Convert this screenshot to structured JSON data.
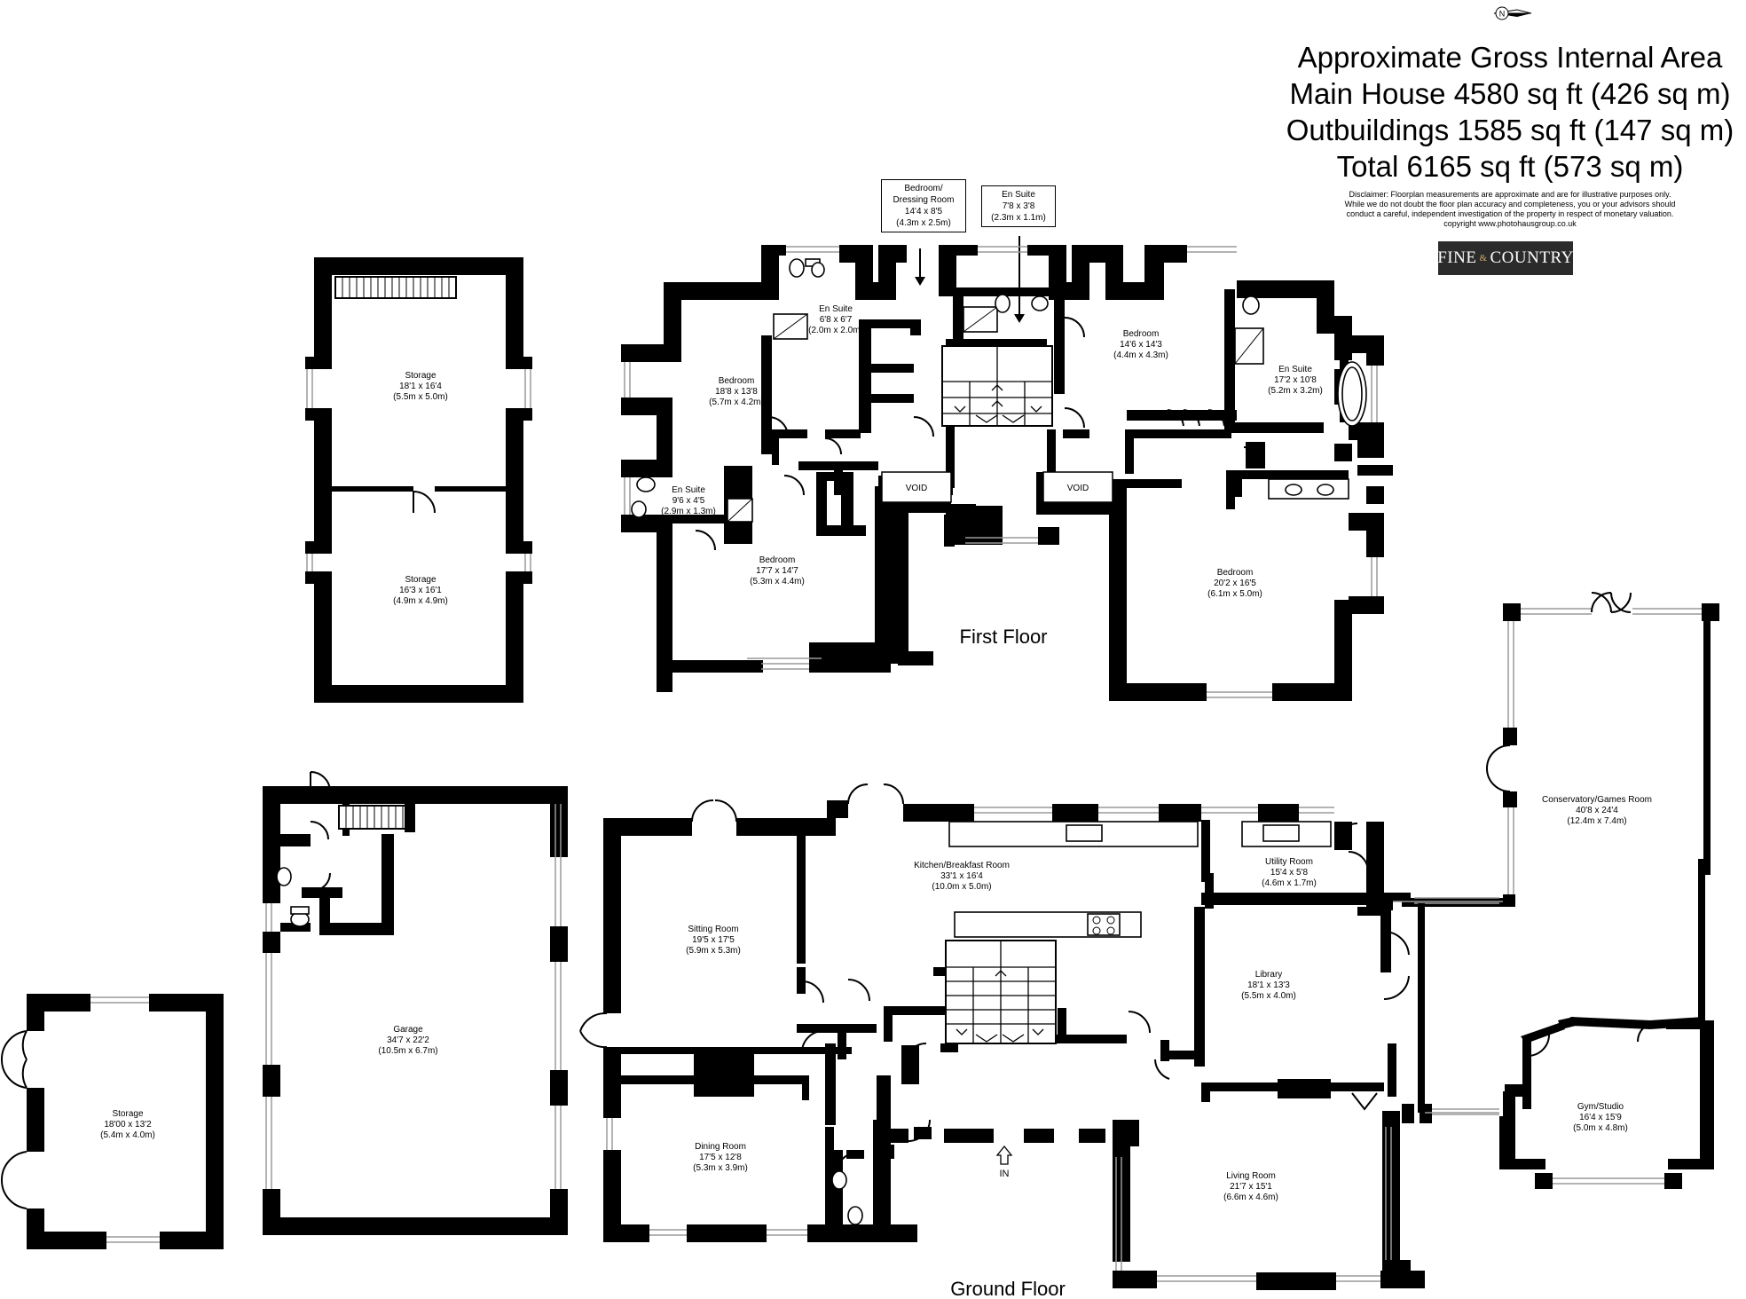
{
  "area_heading": {
    "line1": "Approximate Gross Internal Area",
    "line2": "Main House 4580 sq ft (426 sq m)",
    "line3": "Outbuildings 1585 sq ft (147 sq m)",
    "line4": "Total 6165 sq ft (573 sq m)"
  },
  "disclaimer": [
    "Disclaimer: Floorplan measurements are approximate and are for illustrative purposes only.",
    "While we do not doubt the floor plan accuracy and completeness, you or your advisors should",
    "conduct a careful, independent investigation of the property in respect of monetary valuation.",
    "copyright www.photohausgroup.co.uk"
  ],
  "logo": {
    "left": "FINE",
    "amp": "&",
    "right": "COUNTRY"
  },
  "compass_label": "N",
  "floor_labels": {
    "first": "First Floor",
    "ground": "Ground Floor"
  },
  "entrance_label": "IN",
  "void_labels": [
    "VOID",
    "VOID"
  ],
  "callouts": {
    "dressing": {
      "name1": "Bedroom/",
      "name2": "Dressing Room",
      "imp": "14'4 x 8'5",
      "met": "(4.3m x 2.5m)"
    },
    "ensuite_small": {
      "name": "En Suite",
      "imp": "7'8 x 3'8",
      "met": "(2.3m x 1.1m)"
    }
  },
  "rooms": {
    "storage_upper": {
      "name": "Storage",
      "imp": "18'1 x 16'4",
      "met": "(5.5m x 5.0m)"
    },
    "storage_lower": {
      "name": "Storage",
      "imp": "16'3 x 16'1",
      "met": "(4.9m x 4.9m)"
    },
    "ensuite_1": {
      "name": "En Suite",
      "imp": "6'8 x 6'7",
      "met": "(2.0m x 2.0m)"
    },
    "bedroom_1": {
      "name": "Bedroom",
      "imp": "18'8 x 13'8",
      "met": "(5.7m x 4.2m)"
    },
    "ensuite_2": {
      "name": "En Suite",
      "imp": "9'6 x 4'5",
      "met": "(2.9m x 1.3m)"
    },
    "bedroom_2": {
      "name": "Bedroom",
      "imp": "17'7 x 14'7",
      "met": "(5.3m x 4.4m)"
    },
    "bedroom_3": {
      "name": "Bedroom",
      "imp": "14'6 x 14'3",
      "met": "(4.4m x 4.3m)"
    },
    "ensuite_3": {
      "name": "En Suite",
      "imp": "17'2 x 10'8",
      "met": "(5.2m x 3.2m)"
    },
    "bedroom_4": {
      "name": "Bedroom",
      "imp": "20'2 x 16'5",
      "met": "(6.1m x 5.0m)"
    },
    "conservatory": {
      "name": "Conservatory/Games Room",
      "imp": "40'8 x 24'4",
      "met": "(12.4m x 7.4m)"
    },
    "garage": {
      "name": "Garage",
      "imp": "34'7 x 22'2",
      "met": "(10.5m x 6.7m)"
    },
    "storage_detached": {
      "name": "Storage",
      "imp": "18'00 x 13'2",
      "met": "(5.4m x 4.0m)"
    },
    "sitting": {
      "name": "Sitting Room",
      "imp": "19'5 x 17'5",
      "met": "(5.9m x 5.3m)"
    },
    "kitchen": {
      "name": "Kitchen/Breakfast Room",
      "imp": "33'1 x 16'4",
      "met": "(10.0m x 5.0m)"
    },
    "utility": {
      "name": "Utility Room",
      "imp": "15'4 x 5'8",
      "met": "(4.6m x 1.7m)"
    },
    "library": {
      "name": "Library",
      "imp": "18'1 x 13'3",
      "met": "(5.5m x 4.0m)"
    },
    "dining": {
      "name": "Dining Room",
      "imp": "17'5 x 12'8",
      "met": "(5.3m x 3.9m)"
    },
    "living": {
      "name": "Living Room",
      "imp": "21'7 x 15'1",
      "met": "(6.6m x 4.6m)"
    },
    "gym": {
      "name": "Gym/Studio",
      "imp": "16'4 x 15'9",
      "met": "(5.0m x 4.8m)"
    }
  }
}
